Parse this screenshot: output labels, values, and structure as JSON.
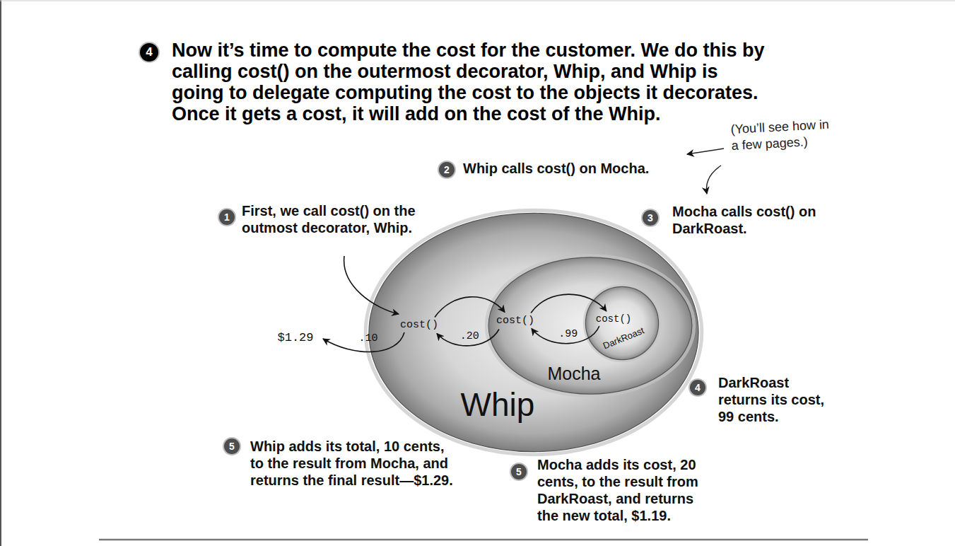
{
  "diagram": {
    "title": "Now it’s time to compute the cost for the customer. We do this by calling cost() on the outermost decorator, Whip, and Whip is going to delegate computing the cost to the objects it decorates. Once it gets a cost, it will add on the cost of the Whip.",
    "nodes": [
      {
        "text": [
          "cost()",
          "Whip"
        ]
      },
      {
        "text": [
          "cost()",
          "Mocha"
        ],
        "in": 0
      },
      {
        "text": [
          "cost()",
          "DarkRoast"
        ],
        "in": 1
      }
    ],
    "edges": [
      {
        "from": 0,
        "to": 1,
        "arrow": "to"
      },
      {
        "from": 1,
        "to": 2,
        "arrow": "to"
      },
      {
        "from": 2,
        "to": 1,
        "label": ".99",
        "arrow": "to"
      },
      {
        "from": 1,
        "to": 0,
        "label": ".20",
        "arrow": "to"
      }
    ],
    "labels": [
      "4",
      "2",
      "Whip calls cost() on Mocha.",
      "(You’ll see how in a few pages.)",
      "1",
      "First, we call cost() on the outmost decorator, Whip.",
      "3",
      "Mocha calls cost() on DarkRoast.",
      "$1.29",
      ".10",
      "4",
      "DarkRoast returns its cost, 99 cents.",
      "5",
      "Whip adds its total, 10 cents, to the result from Mocha, and returns the final result—$1.29.",
      "5",
      "Mocha adds its cost, 20 cents, to the result from DarkRoast, and returns the new total, $1.19."
    ]
  }
}
